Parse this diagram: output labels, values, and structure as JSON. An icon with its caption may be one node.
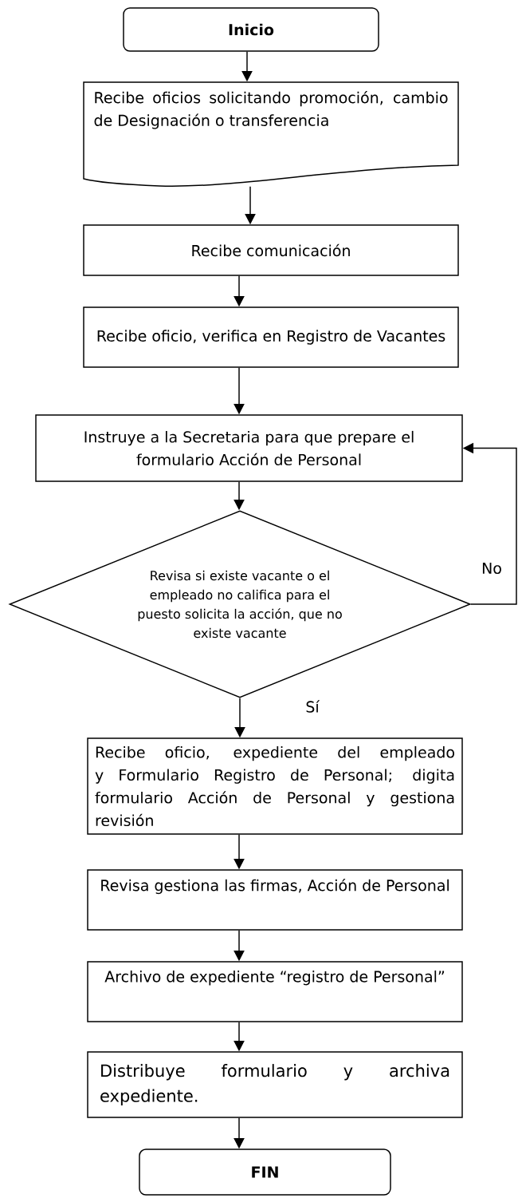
{
  "diagram": {
    "nodes": [
      {
        "text": [
          "Inicio"
        ]
      },
      {
        "text": [
          "Recibe oficios solicitando promoción, cambio de Designación o transferencia"
        ]
      },
      {
        "text": [
          "Recibe comunicación"
        ]
      },
      {
        "text": [
          "Recibe oficio, verifica en Registro de Vacantes"
        ]
      },
      {
        "text": [
          "Instruye a la Secretaria para que prepare el formulario Acción de Personal"
        ]
      },
      {
        "text": [
          "Revisa si existe vacante o el empleado no califica para el puesto solicita la acción, que no existe vacante"
        ]
      },
      {
        "text": [
          "Recibe oficio, expediente del empleado y Formulario Registro de Personal; digita formulario Acción de Personal y gestiona revisión"
        ]
      },
      {
        "text": [
          "Revisa gestiona las firmas, Acción de Personal"
        ]
      },
      {
        "text": [
          "Archivo de expediente “registro de Personal”"
        ]
      },
      {
        "text": [
          "Distribuye formulario y archiva expediente."
        ]
      },
      {
        "text": [
          "FIN"
        ]
      }
    ],
    "edges": [
      {
        "from": 0,
        "to": 1,
        "arrow": "to"
      },
      {
        "from": 1,
        "to": 2,
        "arrow": "to"
      },
      {
        "from": 2,
        "to": 3,
        "arrow": "to"
      },
      {
        "from": 3,
        "to": 4,
        "arrow": "to"
      },
      {
        "from": 4,
        "to": 5,
        "arrow": "to"
      },
      {
        "from": 5,
        "to": 4,
        "label": "No",
        "arrow": "to"
      },
      {
        "from": 5,
        "to": 6,
        "label": "Sí",
        "arrow": "to"
      },
      {
        "from": 6,
        "to": 7,
        "arrow": "to"
      },
      {
        "from": 7,
        "to": 8,
        "arrow": "to"
      },
      {
        "from": 8,
        "to": 9,
        "arrow": "to"
      },
      {
        "from": 9,
        "to": 10,
        "arrow": "to"
      }
    ]
  }
}
